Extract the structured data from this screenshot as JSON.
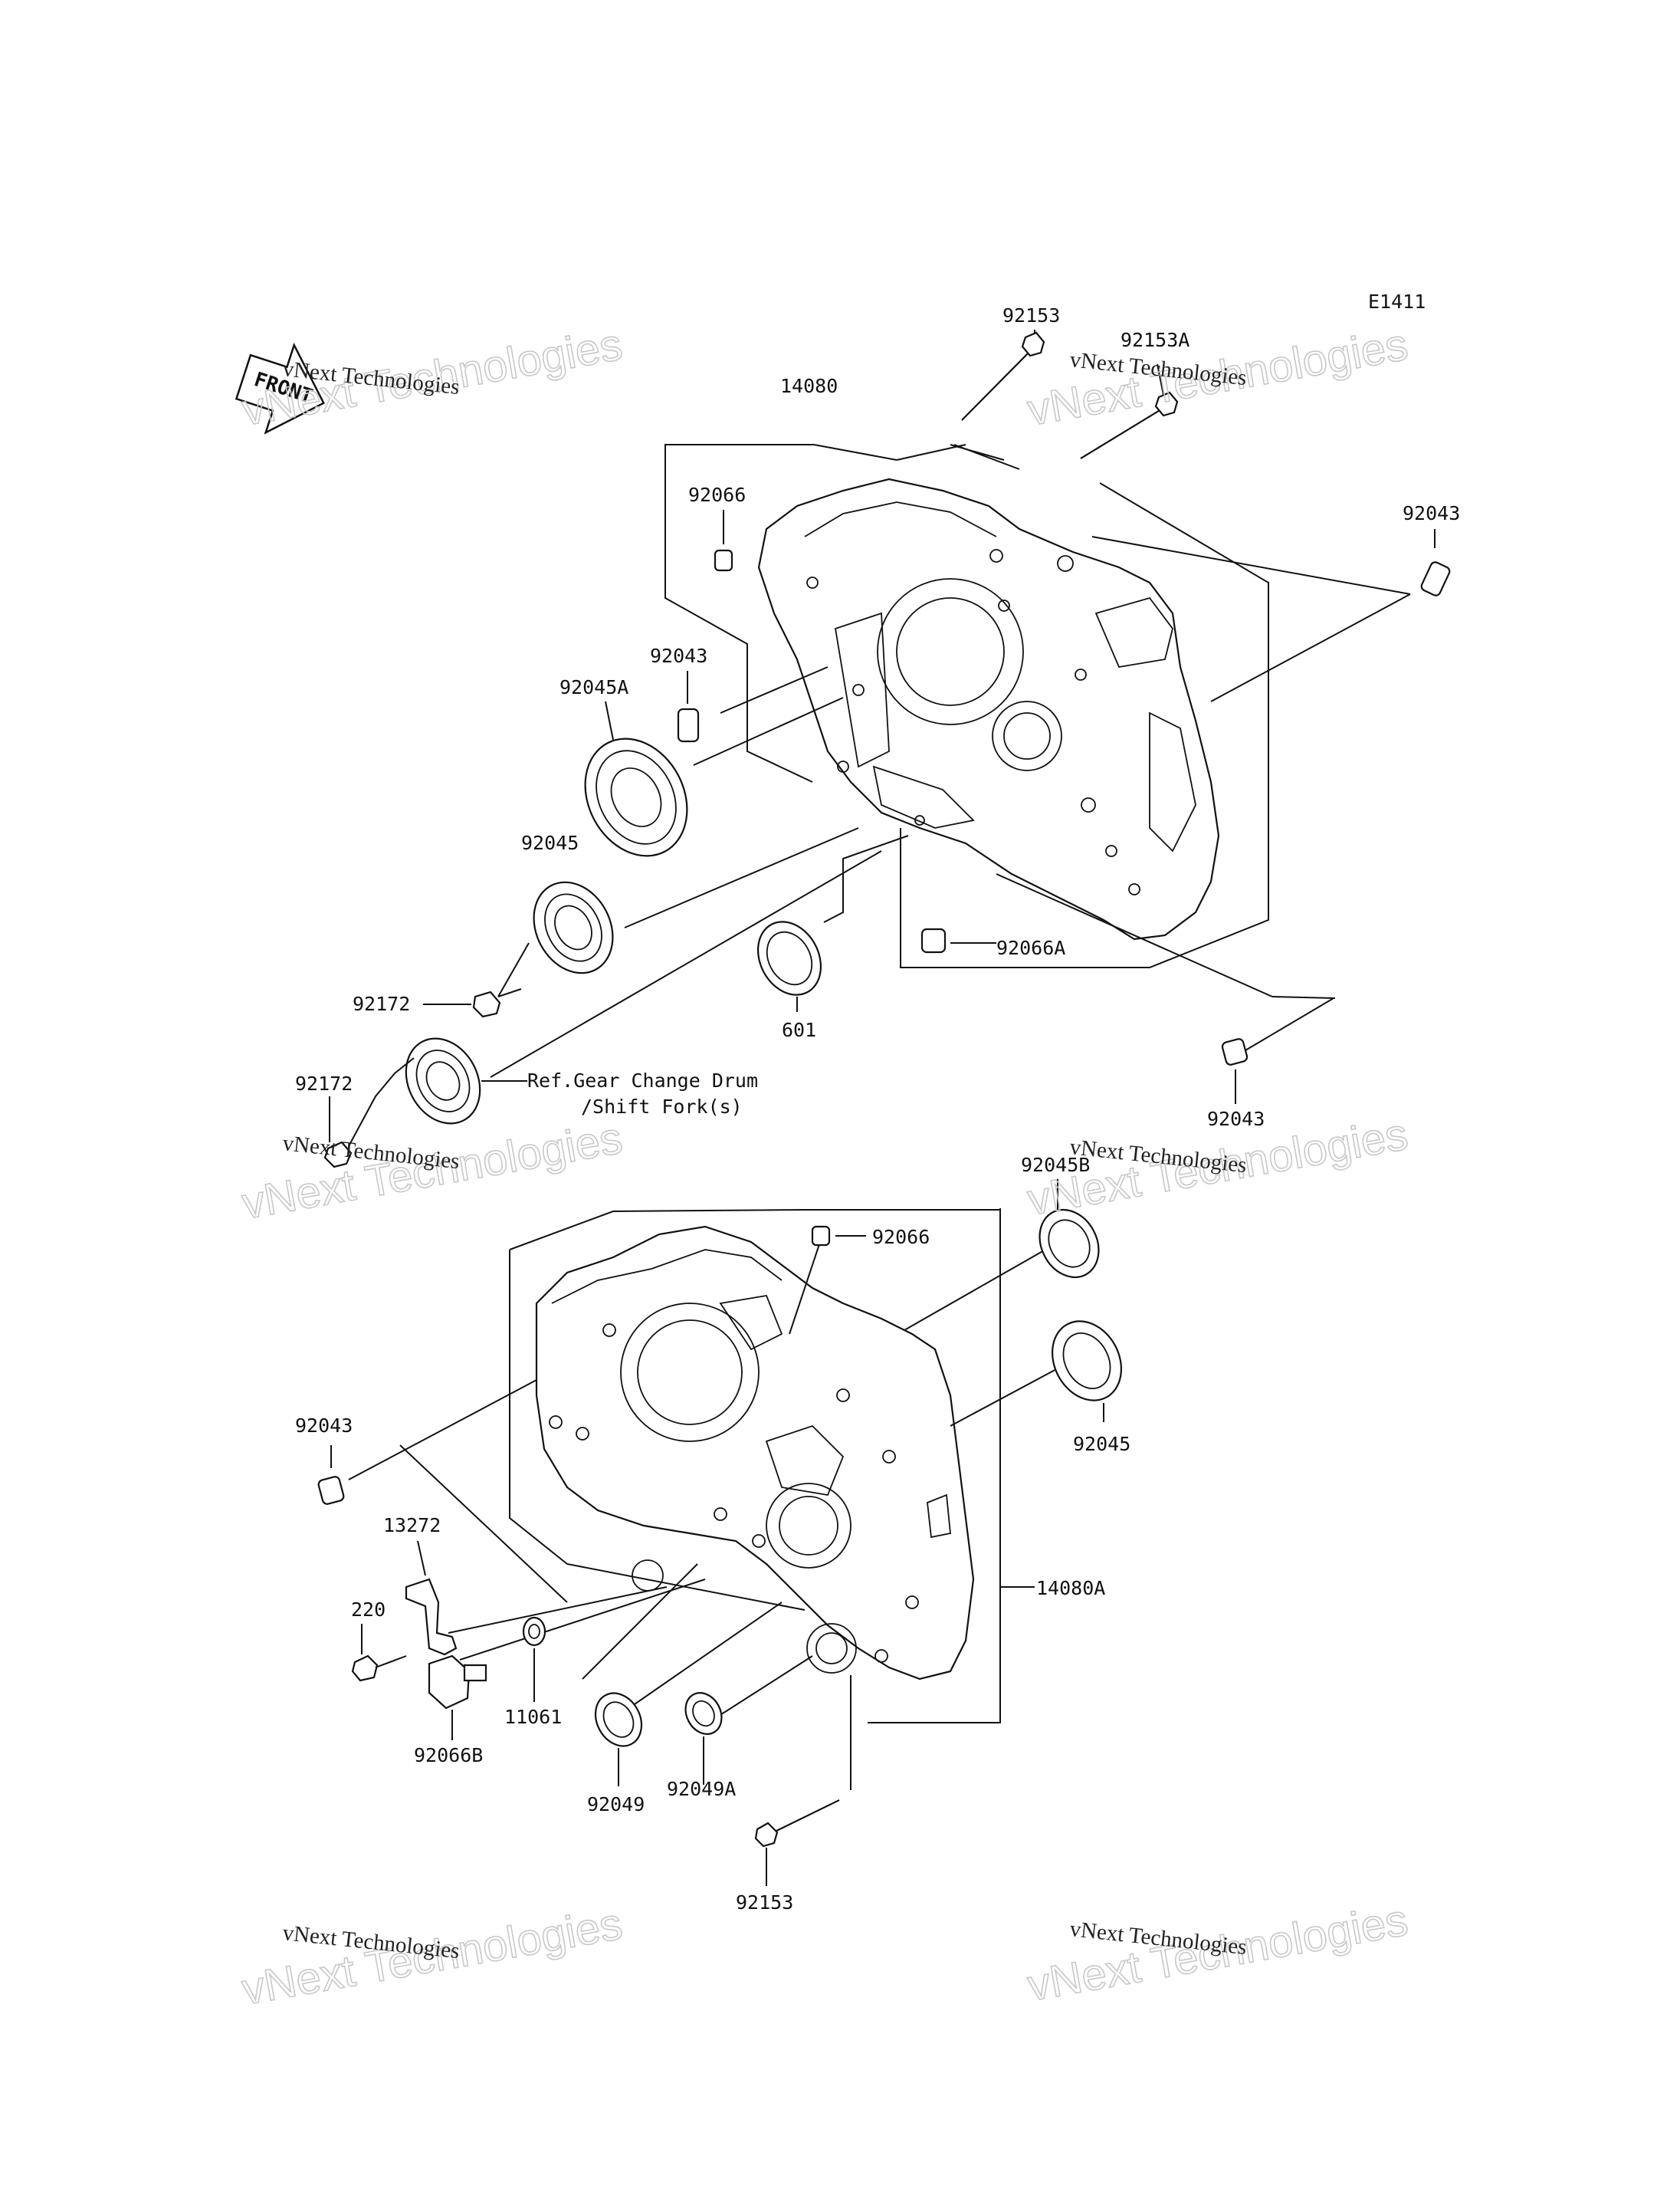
{
  "diagram_code": "E1411",
  "front_marker": "FRONT",
  "watermark": {
    "line1": "vNext Technologies",
    "line2": "vNext Technologies"
  },
  "labels": {
    "p92153_top": "92153",
    "p92153A": "92153A",
    "p14080": "14080",
    "p92043_right_top": "92043",
    "p92066_top": "92066",
    "p92043_mid": "92043",
    "p92045A": "92045A",
    "p92045_left": "92045",
    "p601": "601",
    "p92066A": "92066A",
    "p92172_a": "92172",
    "p92172_b": "92172",
    "p92043_right_low": "92043",
    "p92045B": "92045B",
    "p92066_low": "92066",
    "p92043_low_left": "92043",
    "p92045_right": "92045",
    "p13272": "13272",
    "p220": "220",
    "p14080A": "14080A",
    "p11061": "11061",
    "p92066B": "92066B",
    "p92049": "92049",
    "p92049A": "92049A",
    "p92153_bottom": "92153"
  },
  "reference_note": {
    "line1": "Ref.Gear Change Drum",
    "line2": "/Shift Fork(s)"
  }
}
